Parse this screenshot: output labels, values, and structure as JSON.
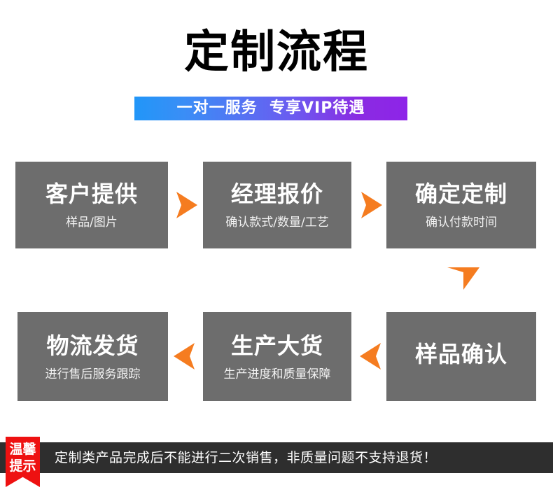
{
  "header": {
    "title": "定制流程",
    "subtitle": "一对一服务  专享VIP待遇",
    "subtitle_gradient_from": "#2196f8",
    "subtitle_gradient_to": "#8e24e8"
  },
  "flow": {
    "box_color": "#6d6d6d",
    "arrow_color": "#f57c20",
    "steps": [
      {
        "id": 1,
        "title": "客户提供",
        "subtitle": "样品/图片"
      },
      {
        "id": 2,
        "title": "经理报价",
        "subtitle": "确认款式/数量/工艺"
      },
      {
        "id": 3,
        "title": "确定定制",
        "subtitle": "确认付款时间"
      },
      {
        "id": 4,
        "title": "物流发货",
        "subtitle": "进行售后服务跟踪"
      },
      {
        "id": 5,
        "title": "生产大货",
        "subtitle": "生产进度和质量保障"
      },
      {
        "id": 6,
        "title": "样品确认",
        "subtitle": ""
      }
    ],
    "arrows": [
      {
        "id": 1,
        "icon": "arrow-right-icon",
        "direction": "right"
      },
      {
        "id": 2,
        "icon": "arrow-right-icon",
        "direction": "right"
      },
      {
        "id": 3,
        "icon": "arrow-down-icon",
        "direction": "down"
      },
      {
        "id": 4,
        "icon": "arrow-left-icon",
        "direction": "left"
      },
      {
        "id": 5,
        "icon": "arrow-left-icon",
        "direction": "left"
      }
    ]
  },
  "notice": {
    "ribbon_line_1": "温馨",
    "ribbon_line_2": "提示",
    "ribbon_color": "#ee1111",
    "bar_color": "#2e2e2e",
    "text": "定制类产品完成后不能进行二次销售，非质量问题不支持退货！"
  }
}
